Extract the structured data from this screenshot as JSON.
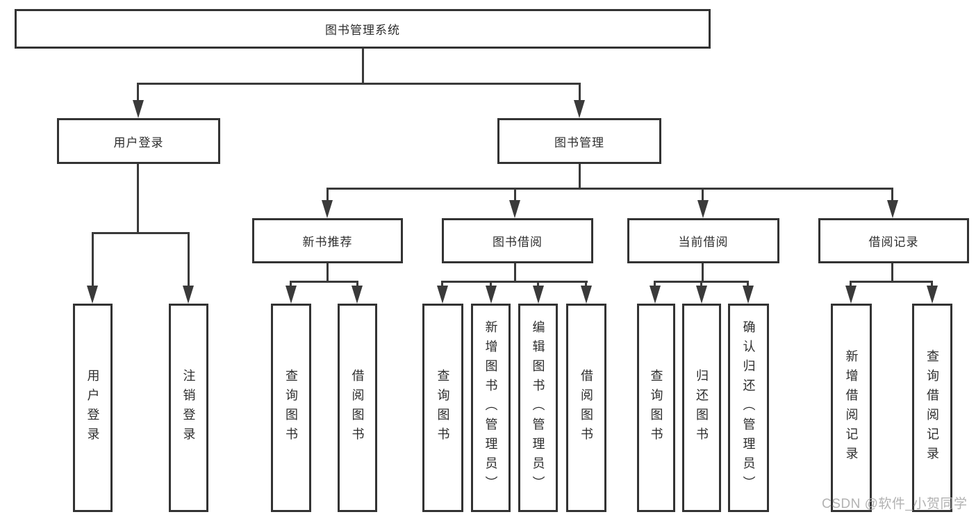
{
  "diagram": {
    "root": {
      "label": "图书管理系统"
    },
    "level2": [
      {
        "label": "用户登录"
      },
      {
        "label": "图书管理"
      }
    ],
    "level3": [
      {
        "label": "新书推荐"
      },
      {
        "label": "图书借阅"
      },
      {
        "label": "当前借阅"
      },
      {
        "label": "借阅记录"
      }
    ],
    "leaves": {
      "user_login": [
        {
          "label": "用户登录"
        },
        {
          "label": "注销登录"
        }
      ],
      "new_books": [
        {
          "label": "查询图书"
        },
        {
          "label": "借阅图书"
        }
      ],
      "book_borrow": [
        {
          "label": "查询图书"
        },
        {
          "label": "新增图书（管理员）"
        },
        {
          "label": "编辑图书（管理员）"
        },
        {
          "label": "借阅图书"
        }
      ],
      "current_borrow": [
        {
          "label": "查询图书"
        },
        {
          "label": "归还图书"
        },
        {
          "label": "确认归还（管理员）"
        }
      ],
      "borrow_records": [
        {
          "label": "新增借阅记录"
        },
        {
          "label": "查询借阅记录"
        }
      ]
    }
  },
  "watermark": {
    "text": "CSDN @软件_小贺同学"
  },
  "colors": {
    "line": "#3a3a3a",
    "border": "#333333",
    "text": "#2d2d2d",
    "watermark": "#aaaaaa",
    "background": "#ffffff"
  }
}
